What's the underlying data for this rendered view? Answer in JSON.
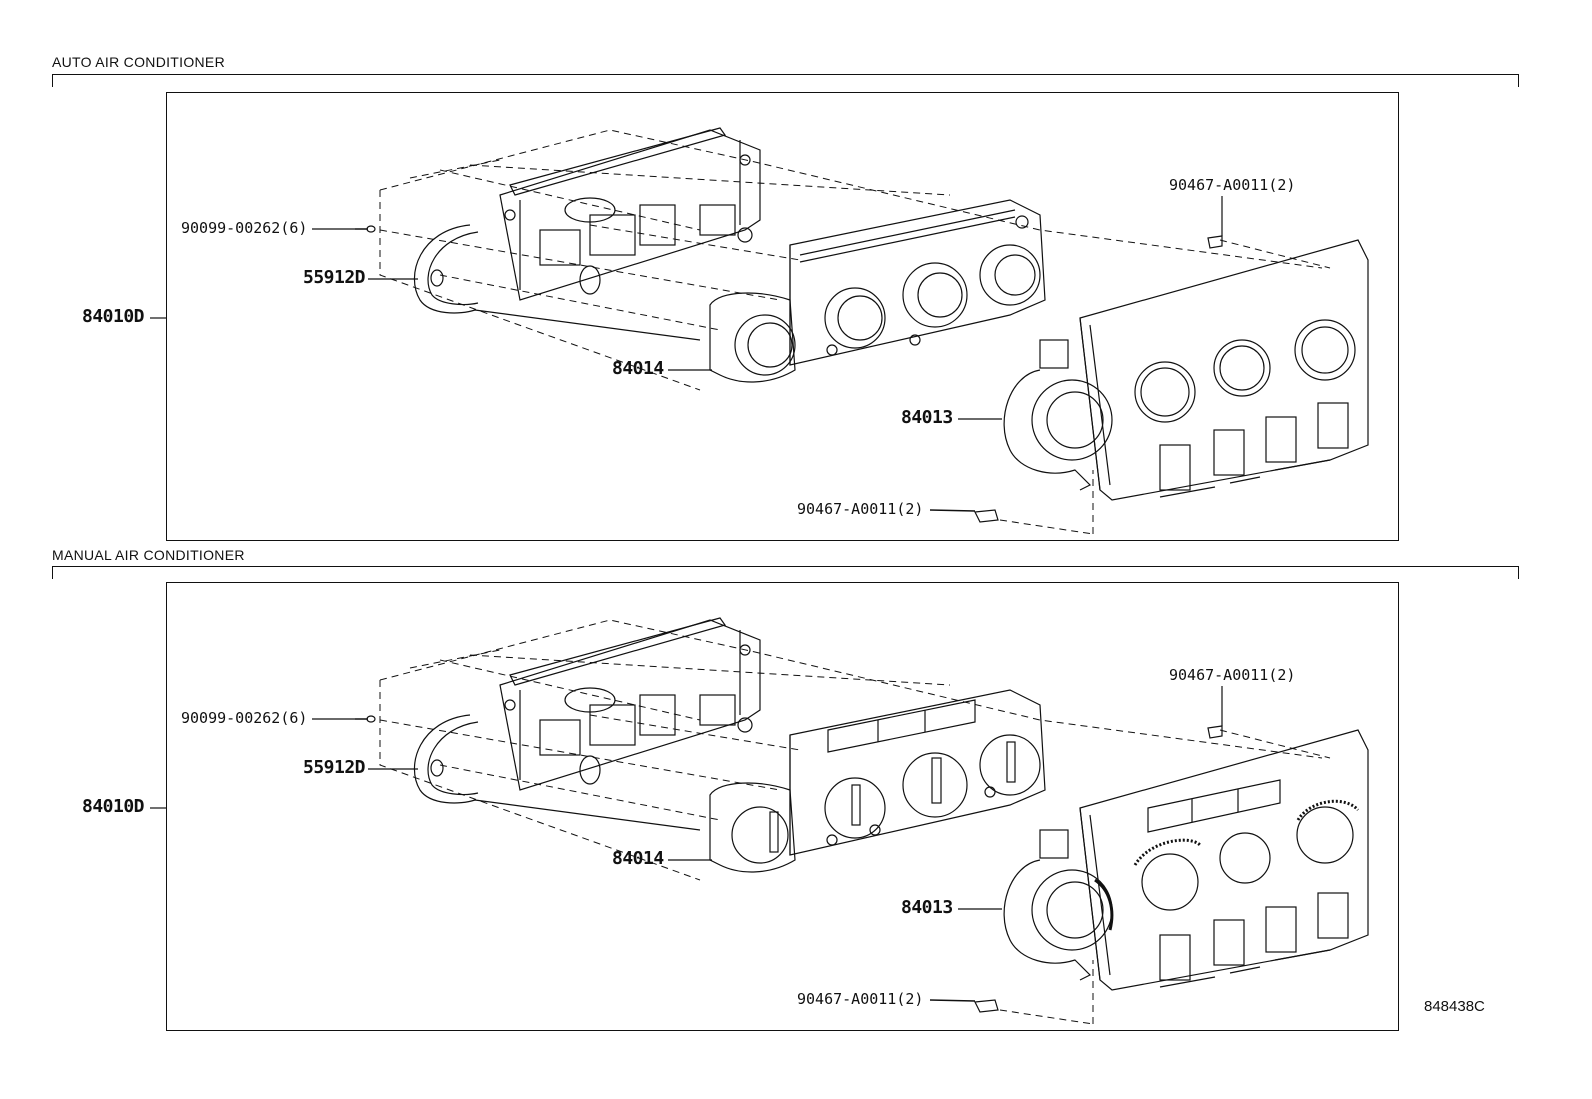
{
  "sections": [
    {
      "title": "AUTO AIR CONDITIONER",
      "labels": {
        "screw": "90099-00262(6)",
        "bezel": "55912D",
        "assembly": "84010D",
        "switch": "84014",
        "panel": "84013",
        "clip_top": "90467-A0011(2)",
        "clip_bottom": "90467-A0011(2)"
      }
    },
    {
      "title": "MANUAL AIR CONDITIONER",
      "labels": {
        "screw": "90099-00262(6)",
        "bezel": "55912D",
        "assembly": "84010D",
        "switch": "84014",
        "panel": "84013",
        "clip_top": "90467-A0011(2)",
        "clip_bottom": "90467-A0011(2)"
      }
    }
  ],
  "illustration_code": "848438C"
}
